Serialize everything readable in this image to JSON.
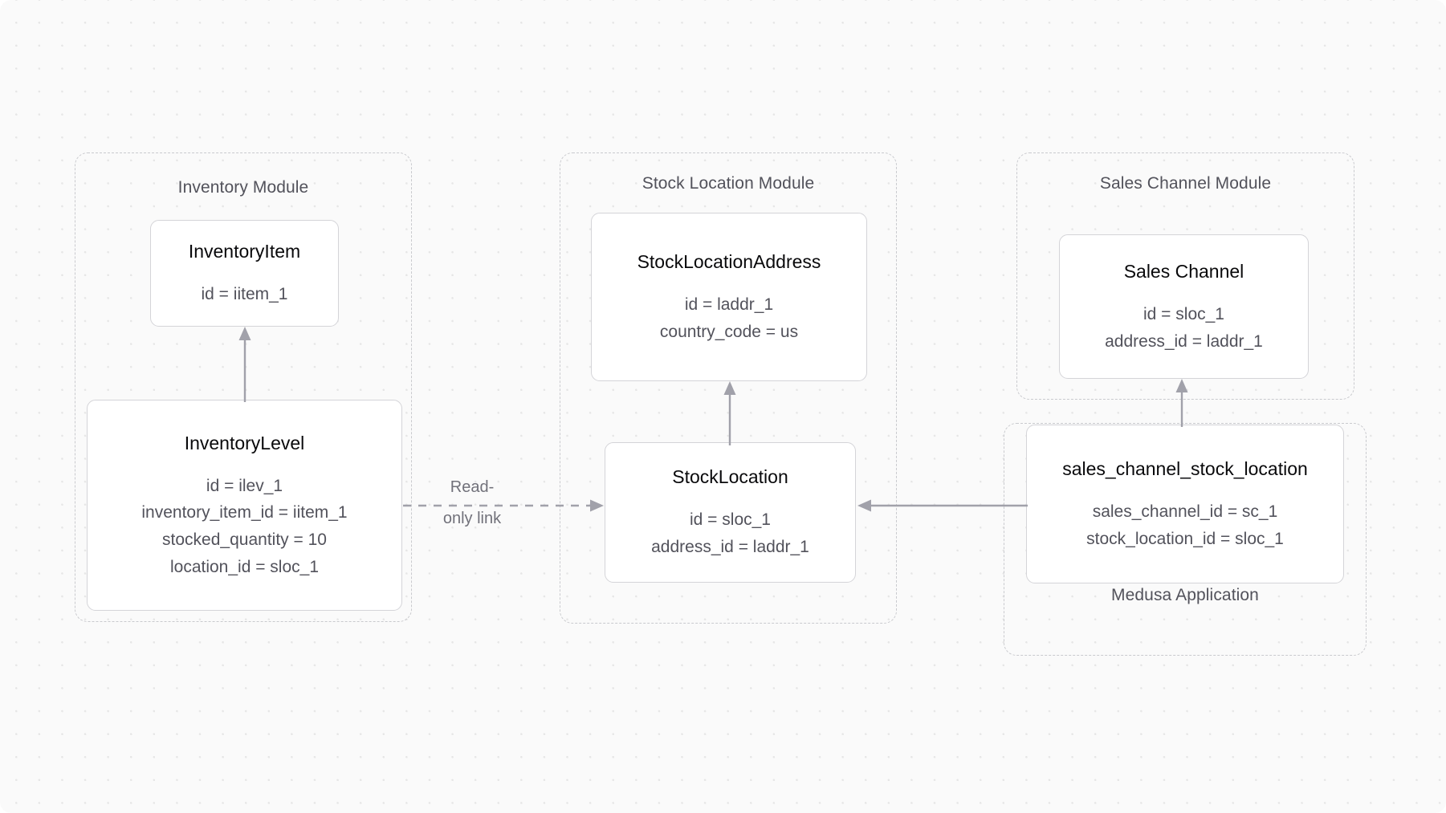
{
  "canvas": {
    "background": "#fafafa",
    "dot_color": "#e6e6e6"
  },
  "modules": [
    {
      "id": "inventory",
      "label": "Inventory Module"
    },
    {
      "id": "stock_location",
      "label": "Stock Location Module"
    },
    {
      "id": "sales_channel",
      "label": "Sales Channel Module"
    },
    {
      "id": "medusa",
      "label": "Medusa Application"
    }
  ],
  "cards": {
    "inventory_item": {
      "title": "InventoryItem",
      "fields": [
        "id = iitem_1"
      ]
    },
    "inventory_level": {
      "title": "InventoryLevel",
      "fields": [
        "id = ilev_1",
        "inventory_item_id = iitem_1",
        "stocked_quantity = 10",
        "location_id = sloc_1"
      ]
    },
    "stock_location_address": {
      "title": "StockLocationAddress",
      "fields": [
        "id = laddr_1",
        "country_code = us"
      ]
    },
    "stock_location": {
      "title": "StockLocation",
      "fields": [
        "id = sloc_1",
        "address_id = laddr_1"
      ]
    },
    "sales_channel": {
      "title": "Sales Channel",
      "fields": [
        "id = sloc_1",
        "address_id = laddr_1"
      ]
    },
    "sales_channel_stock_location": {
      "title": "sales_channel_stock_location",
      "fields": [
        "sales_channel_id = sc_1",
        "stock_location_id = sloc_1"
      ]
    }
  },
  "connectors": {
    "read_only_link": {
      "label_line_1": "Read-",
      "label_line_2": "only link",
      "style": "dashed",
      "color": "#a1a1aa"
    },
    "level_to_item": {
      "style": "solid",
      "color": "#a1a1aa"
    },
    "location_to_address": {
      "style": "solid",
      "color": "#a1a1aa"
    },
    "join_to_location": {
      "style": "solid",
      "color": "#a1a1aa"
    },
    "join_to_sales_channel": {
      "style": "solid",
      "color": "#a1a1aa"
    }
  }
}
